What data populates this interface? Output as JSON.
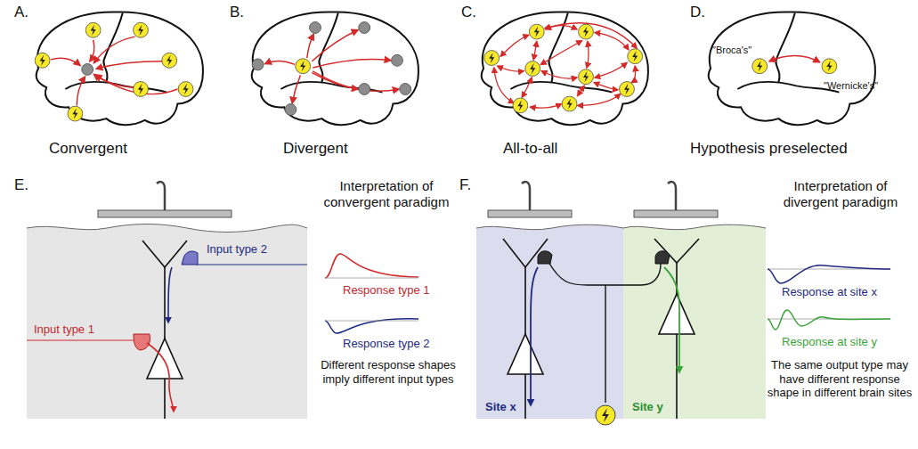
{
  "diagram": {
    "nodes": [
      {
        "text": [
          "Site x"
        ]
      },
      {
        "text": [
          "Site y"
        ]
      }
    ],
    "labels": [
      "A.",
      "Convergent",
      "B.",
      "Divergent",
      "C.",
      "All-to-all",
      "D.",
      "Hypothesis preselected",
      "\"Broca's\"",
      "\"Wernicke's\"",
      "E.",
      "Input type 2",
      "Input type 1",
      "Interpretation of convergent paradigm",
      "Response type 1",
      "Response type 2",
      "Different response shapes imply different input types",
      "F.",
      "Interpretation of divergent paradigm",
      "Response at site x",
      "Response at site y",
      "The same output type may have different response shape in different brain sites"
    ]
  }
}
